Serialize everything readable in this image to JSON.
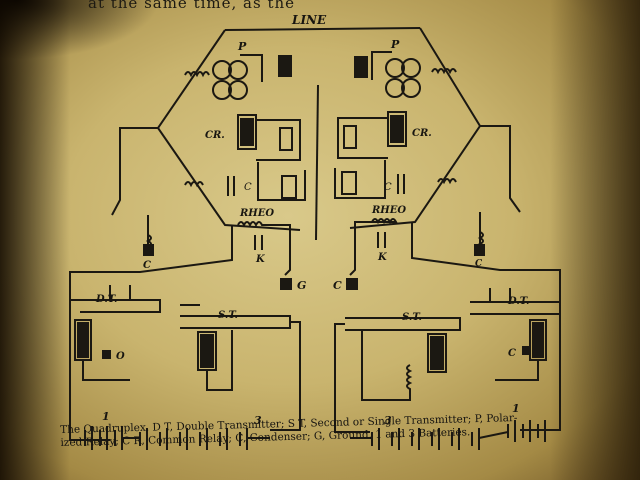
{
  "top_text": "at the same time, as the",
  "labels": {
    "line": "LINE",
    "polar_left": "P",
    "polar_right": "P",
    "common_relay_left": "CR.",
    "common_relay_right": "CR.",
    "condenser_left": "C",
    "condenser_right": "C",
    "rheo_left": "RHEO",
    "rheo_right": "RHEO",
    "k_left": "K",
    "k_right": "K",
    "c_box_left": "C",
    "c_box_right": "C",
    "ground_left": "G",
    "ground_right": "C",
    "dt_left": "D.T.",
    "dt_right": "D.T.",
    "st_left": "S.T.",
    "st_right": "S.T.",
    "o_left": "O",
    "c_lower_right": "C",
    "battery_1_left": "1",
    "battery_3_left": "3",
    "battery_3_right": "3",
    "battery_1_right": "1"
  },
  "caption": {
    "line1": "The Quadruplex. D T, Double Transmitter; S T, Second or Single Transmitter; P, Polar-",
    "line2": "ized Relay; C R, Common Relay; C, Condenser; G, Ground. 1 and 3 Batteries."
  }
}
